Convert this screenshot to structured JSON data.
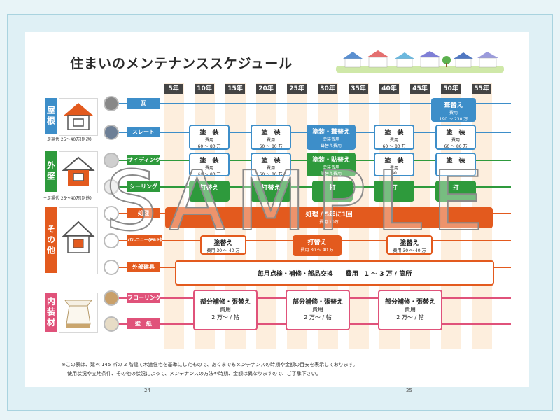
{
  "title": "住まいのメンテナンススケジュール",
  "years": [
    "5年",
    "10年",
    "15年",
    "20年",
    "25年",
    "30年",
    "35年",
    "40年",
    "45年",
    "50年",
    "55年"
  ],
  "categories": {
    "roof": {
      "label": "屋根",
      "color": "#3d8ec9",
      "cost_note": "+足場代 25〜40万(別途)"
    },
    "wall": {
      "label": "外壁",
      "color": "#2e9a3c",
      "cost_note": "+足場代 25〜40万(別途)"
    },
    "other": {
      "label": "その他",
      "color": "#e35a1e"
    },
    "interior": {
      "label": "内装材",
      "color": "#e0527a"
    }
  },
  "items": {
    "kawara": "瓦",
    "slate": "スレート",
    "siding": "サイディング",
    "sealing": "シーリング",
    "termite": "処理",
    "balcony": "バルコニー(FRP防水)",
    "fittings": "外部建具",
    "flooring": "フローリング",
    "wallpaper": "壁　紙"
  },
  "boxes": {
    "kawara_50": {
      "h": "葺替え",
      "s1": "費用",
      "s2": "190 〜 230 万"
    },
    "slate_paint": {
      "h": "塗　装",
      "s1": "費用",
      "s2": "60 〜 80 万"
    },
    "slate_30": {
      "h": "塗装・葺替え",
      "s1": "塗装費用",
      "s2": "葺替え費用"
    },
    "slate_40": {
      "h": "塗　装",
      "s1": "費用",
      "s2": "60 〜 80 万"
    },
    "siding_paint": {
      "h": "塗　装",
      "s1": "費用",
      "s2": "60 〜 80 万"
    },
    "siding_30": {
      "h": "塗装・貼替え",
      "s1": "塗装費用",
      "s2": "貼替え費用"
    },
    "siding_40": {
      "h": "塗　装",
      "s1": "費用",
      "s2": "60"
    },
    "sealing_re": {
      "h": "打替え"
    },
    "sealing_30": {
      "h": "打"
    },
    "termite_bar": {
      "h": "処理 / 5年に1回",
      "s": "費用 10万"
    },
    "balcony_paint": {
      "h": "塗替え",
      "s": "費用 30 〜 40 万"
    },
    "balcony_25": {
      "h": "打替え",
      "s": "費用 30 〜 40 万"
    },
    "balcony_40": {
      "h": "塗替え",
      "s": "費用 30 〜 40 万"
    },
    "fittings_bar": {
      "h": "毎月点検・補修・部品交換　　費用　1 〜 3 万 / 箇所"
    },
    "interior_box": {
      "h": "部分補修・張替え",
      "s1": "費用",
      "s2": "2 万〜 / 帖"
    }
  },
  "footnote": {
    "line1": "※この表は、延べ 145 ㎡の 2 階建て木造住宅を基準にしたもので、あくまでもメンテナンスの時期や金額の目安を表示しております。",
    "line2": "使用状況や立地条件、その他の状況によって、メンテナンスの方法や時期、金額は異なりますので、ご了承下さい。"
  },
  "page_numbers": {
    "left": "24",
    "right": "25"
  },
  "watermark": "SAMPLE"
}
